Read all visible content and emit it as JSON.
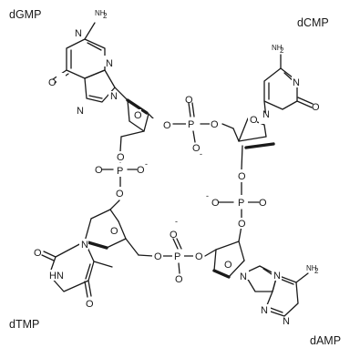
{
  "labels": {
    "dgmp": "dGMP",
    "dcmp": "dCMP",
    "dtmp": "dTMP",
    "damp": "dAMP"
  },
  "atoms": {
    "N": "N",
    "O": "O",
    "P": "P",
    "HN": "HN",
    "NH2": "NH",
    "sub2": "2",
    "minus": "-"
  }
}
